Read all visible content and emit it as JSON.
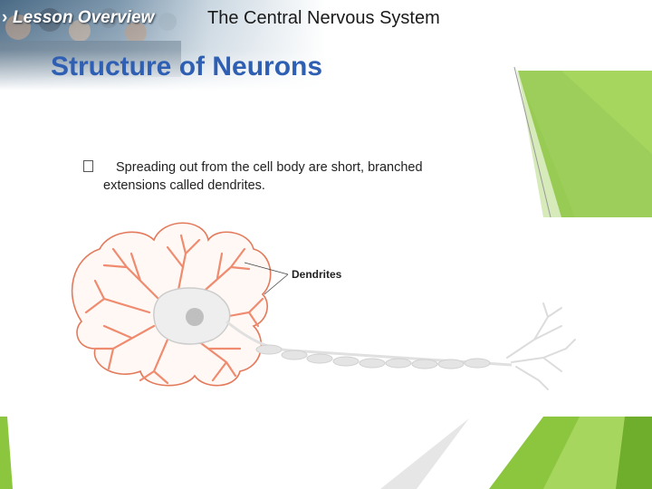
{
  "header": {
    "lesson_label": "Lesson Overview",
    "chapter_title": "The Central Nervous System"
  },
  "slide": {
    "title": "Structure of Neurons"
  },
  "bullets": [
    {
      "line1": "Spreading out from the cell body are short, branched",
      "line2": "extensions called dendrites."
    }
  ],
  "figure": {
    "callout_label": "Dendrites"
  },
  "colors": {
    "title_blue": "#2f5fb3",
    "accent_green": "#8cc63f",
    "dendrite_orange": "#ef8b6f"
  }
}
